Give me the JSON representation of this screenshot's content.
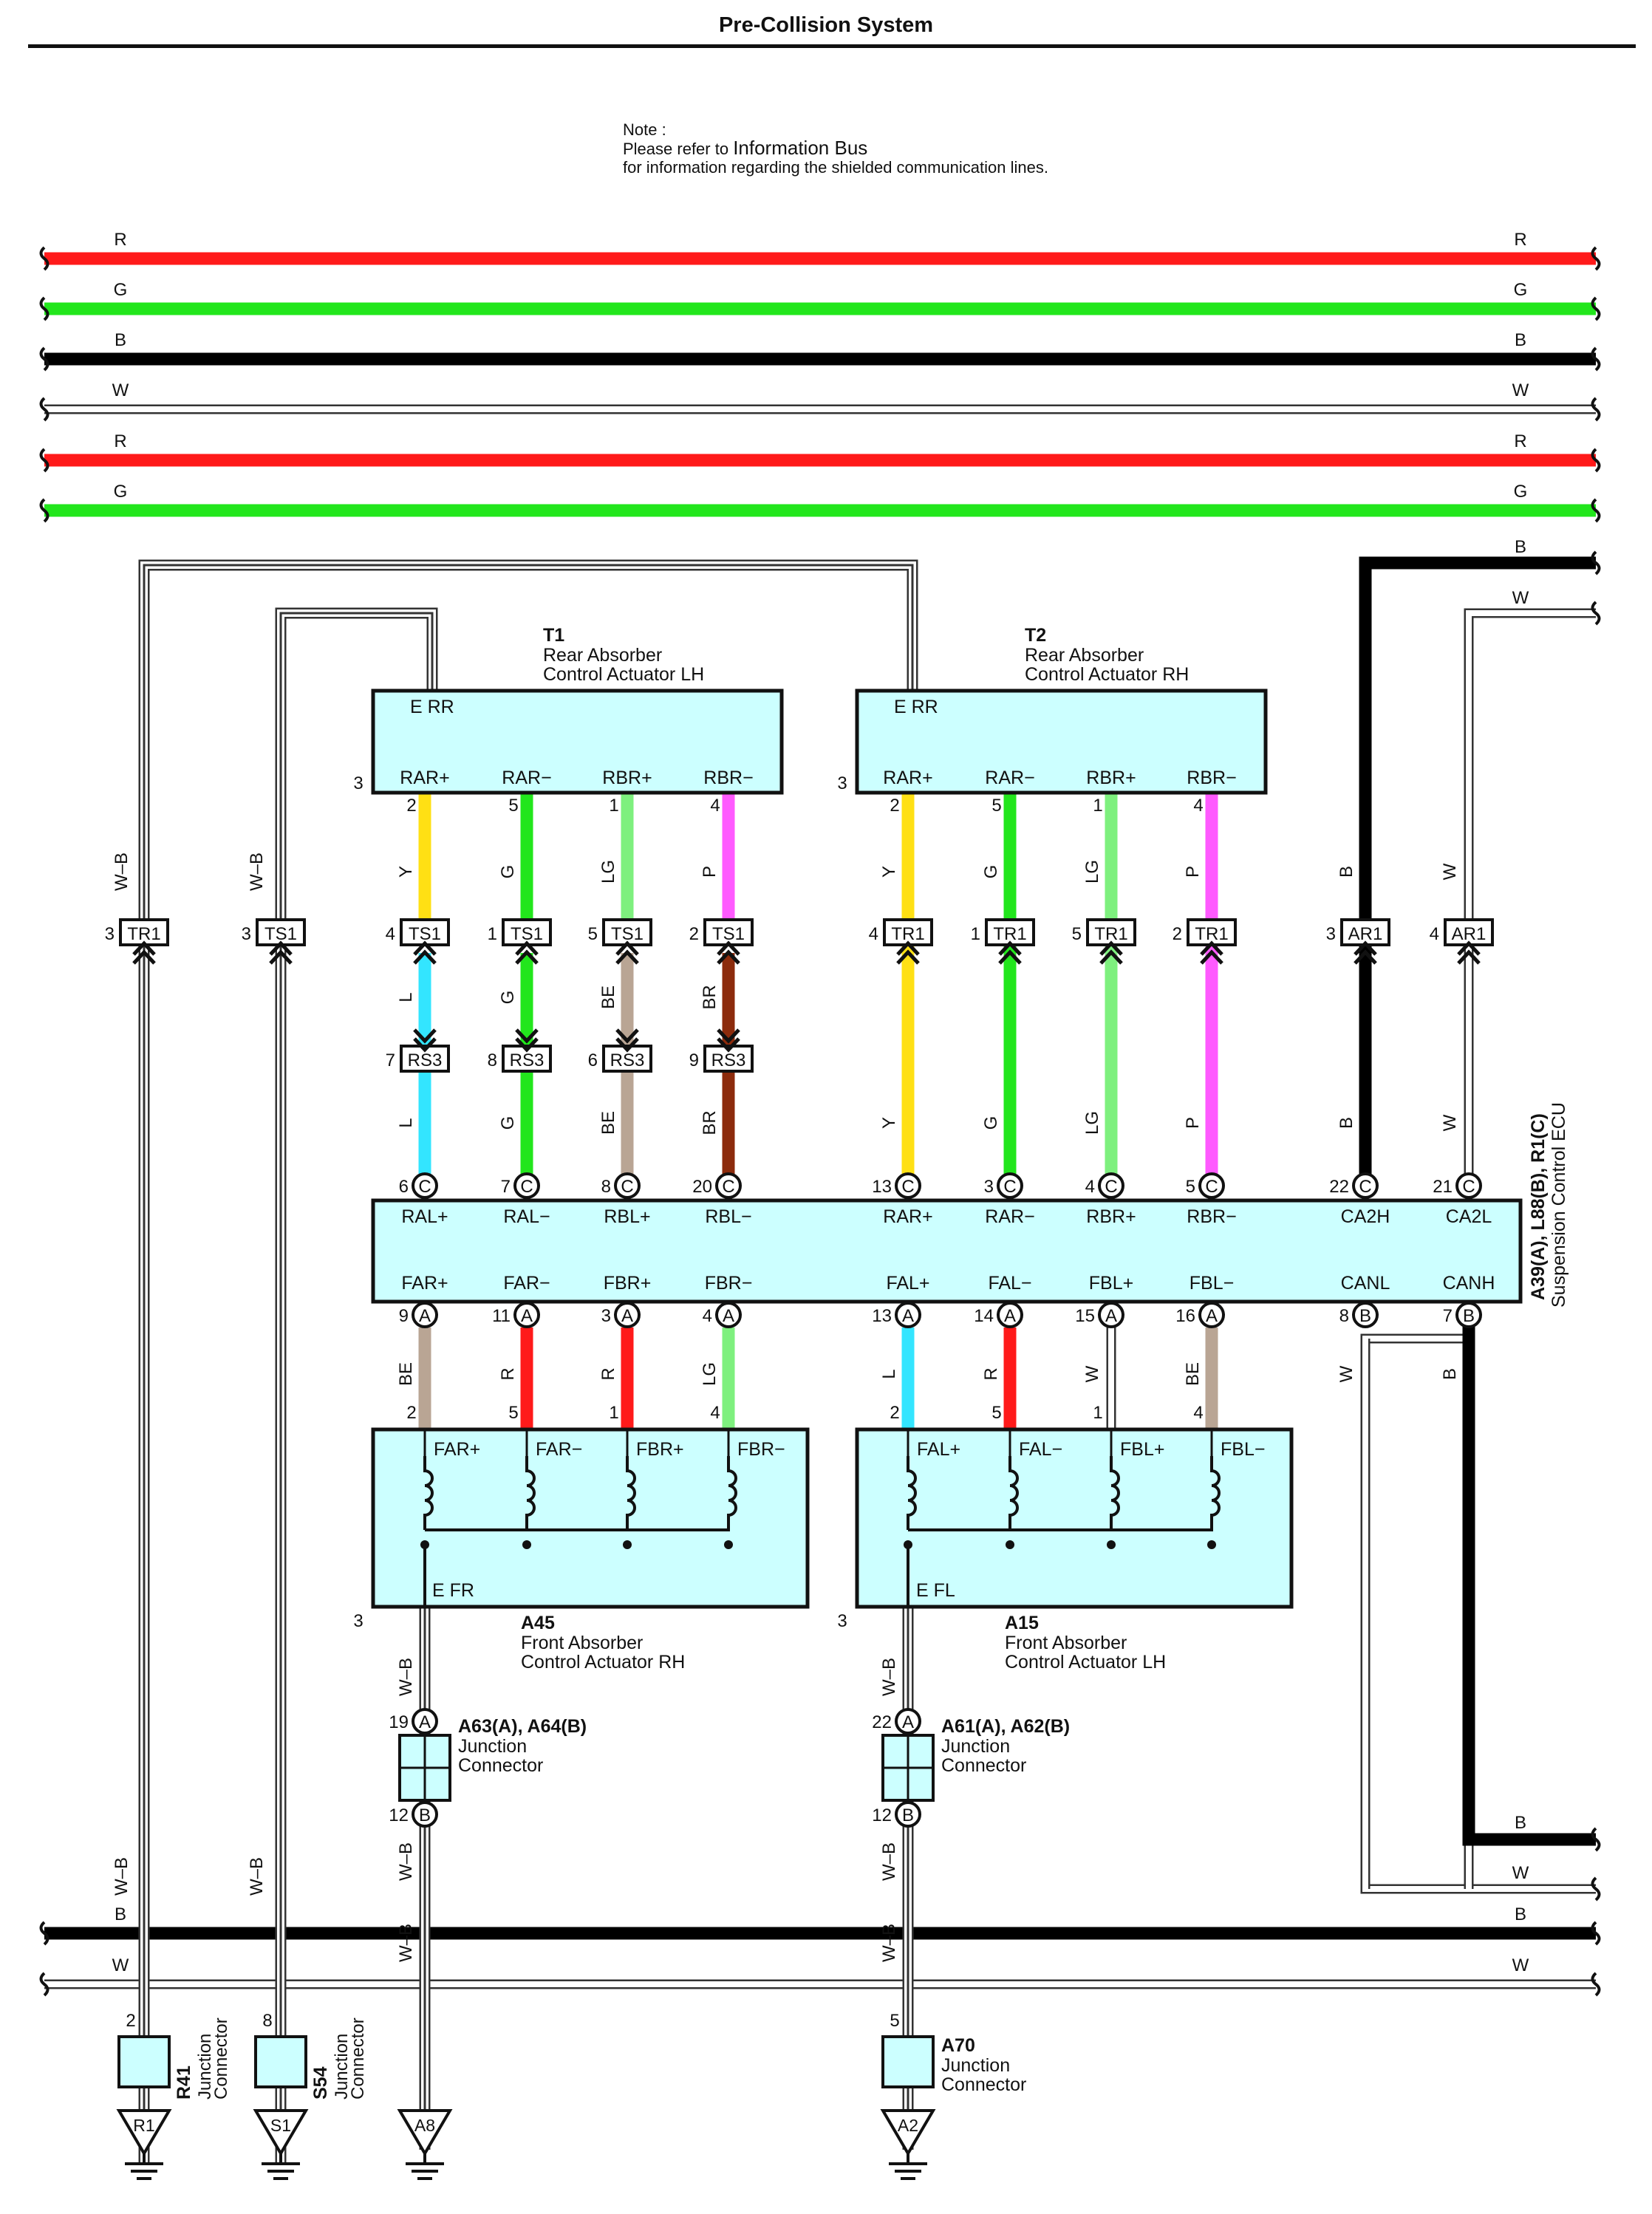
{
  "page": {
    "title": "Pre-Collision System"
  },
  "note": {
    "line1": "Note :",
    "line2_prefix": "Please refer to ",
    "line2_link": "Information Bus",
    "line3": "for information regarding the shielded communication lines."
  },
  "colors": {
    "R": "#ff1a1a",
    "G": "#22e61c",
    "B": "#000000",
    "W": "#ffffff",
    "Y": "#ffe014",
    "LG": "#7ef07e",
    "P": "#ff5aff",
    "L": "#33e5ff",
    "BE": "#b9a594",
    "BR": "#8c2b0c",
    "component_fill": "#ccffff"
  },
  "bus_top": [
    "R",
    "G",
    "B",
    "W",
    "R",
    "G"
  ],
  "right_bus_labels": [
    "B",
    "W"
  ],
  "lower_right_labels": [
    "B",
    "W"
  ],
  "bus_bottom": [
    "B",
    "W"
  ],
  "components": {
    "T1": {
      "id": "T1",
      "name1": "Rear Absorber",
      "name2": "Control Actuator LH",
      "ground_pin": "3",
      "ground_label": "E RR",
      "pins": [
        "RAR+",
        "RAR−",
        "RBR+",
        "RBR−"
      ],
      "pin_nos": [
        "2",
        "5",
        "1",
        "4"
      ]
    },
    "T2": {
      "id": "T2",
      "name1": "Rear Absorber",
      "name2": "Control Actuator RH",
      "ground_pin": "3",
      "ground_label": "E RR",
      "pins": [
        "RAR+",
        "RAR−",
        "RBR+",
        "RBR−"
      ],
      "pin_nos": [
        "2",
        "5",
        "1",
        "4"
      ]
    },
    "A45": {
      "id": "A45",
      "name1": "Front Absorber",
      "name2": "Control Actuator RH",
      "ground_pin": "3",
      "ground_label": "E FR",
      "pins": [
        "FAR+",
        "FAR−",
        "FBR+",
        "FBR−"
      ],
      "pin_nos": [
        "2",
        "5",
        "1",
        "4"
      ]
    },
    "A15": {
      "id": "A15",
      "name1": "Front Absorber",
      "name2": "Control Actuator LH",
      "ground_pin": "3",
      "ground_label": "E FL",
      "pins": [
        "FAL+",
        "FAL−",
        "FBL+",
        "FBL−"
      ],
      "pin_nos": [
        "2",
        "5",
        "1",
        "4"
      ]
    }
  },
  "ecu": {
    "id": "A39(A), L88(B), R1(C)",
    "name": "Suspension Control ECU",
    "top_pins": [
      "RAL+",
      "RAL−",
      "RBL+",
      "RBL−",
      "RAR+",
      "RAR−",
      "RBR+",
      "RBR−",
      "CA2H",
      "CA2L"
    ],
    "top_nos": [
      "6",
      "7",
      "8",
      "20",
      "13",
      "3",
      "4",
      "5",
      "22",
      "21"
    ],
    "top_conns": [
      "C",
      "C",
      "C",
      "C",
      "C",
      "C",
      "C",
      "C",
      "C",
      "C"
    ],
    "bottom_pins": [
      "FAR+",
      "FAR−",
      "FBR+",
      "FBR−",
      "FAL+",
      "FAL−",
      "FBL+",
      "FBL−",
      "CANL",
      "CANH"
    ],
    "bottom_nos": [
      "9",
      "11",
      "3",
      "4",
      "13",
      "14",
      "15",
      "16",
      "8",
      "7"
    ],
    "bottom_conns": [
      "A",
      "A",
      "A",
      "A",
      "A",
      "A",
      "A",
      "A",
      "B",
      "B"
    ]
  },
  "connectors": [
    {
      "label": "TR1",
      "pin": "3"
    },
    {
      "label": "TS1",
      "pin": "3"
    },
    {
      "label": "TS1",
      "pin": "4"
    },
    {
      "label": "TS1",
      "pin": "1"
    },
    {
      "label": "TS1",
      "pin": "5"
    },
    {
      "label": "TS1",
      "pin": "2"
    },
    {
      "label": "TR1",
      "pin": "4"
    },
    {
      "label": "TR1",
      "pin": "1"
    },
    {
      "label": "TR1",
      "pin": "5"
    },
    {
      "label": "TR1",
      "pin": "2"
    },
    {
      "label": "AR1",
      "pin": "3"
    },
    {
      "label": "AR1",
      "pin": "4"
    },
    {
      "label": "RS3",
      "pin": "7"
    },
    {
      "label": "RS3",
      "pin": "8"
    },
    {
      "label": "RS3",
      "pin": "6"
    },
    {
      "label": "RS3",
      "pin": "9"
    }
  ],
  "wire_labels": {
    "upper_left": [
      "W–B",
      "W–B"
    ],
    "rear_lh_upper": [
      "Y",
      "G",
      "LG",
      "P"
    ],
    "rear_lh_lower": [
      "L",
      "G",
      "BE",
      "BR"
    ],
    "rear_lh_ecu": [
      "L",
      "G",
      "BE",
      "BR"
    ],
    "rear_rh_upper": [
      "Y",
      "G",
      "LG",
      "P"
    ],
    "rear_rh_ecu": [
      "Y",
      "G",
      "LG",
      "P"
    ],
    "can_upper": [
      "B",
      "W"
    ],
    "can_lower": [
      "B",
      "W"
    ],
    "front_rh": [
      "BE",
      "R",
      "R",
      "LG"
    ],
    "front_lh": [
      "L",
      "R",
      "W",
      "BE"
    ],
    "can_bottom": [
      "W",
      "B"
    ],
    "ground_wb": "W–B"
  },
  "junctions": {
    "A63": {
      "id": "A63(A), A64(B)",
      "name1": "Junction",
      "name2": "Connector",
      "pin_a": "19",
      "conn_a": "A",
      "pin_b": "12",
      "conn_b": "B"
    },
    "A61": {
      "id": "A61(A), A62(B)",
      "name1": "Junction",
      "name2": "Connector",
      "pin_a": "22",
      "conn_a": "A",
      "pin_b": "12",
      "conn_b": "B"
    }
  },
  "bottom_junctions": {
    "R41": {
      "id": "R41",
      "name1": "Junction",
      "name2": "Connector",
      "pin": "2"
    },
    "S54": {
      "id": "S54",
      "name1": "Junction",
      "name2": "Connector",
      "pin": "8"
    },
    "A70": {
      "id": "A70",
      "name1": "Junction",
      "name2": "Connector",
      "pin": "5"
    }
  },
  "grounds": [
    "R1",
    "S1",
    "A8",
    "A2"
  ]
}
